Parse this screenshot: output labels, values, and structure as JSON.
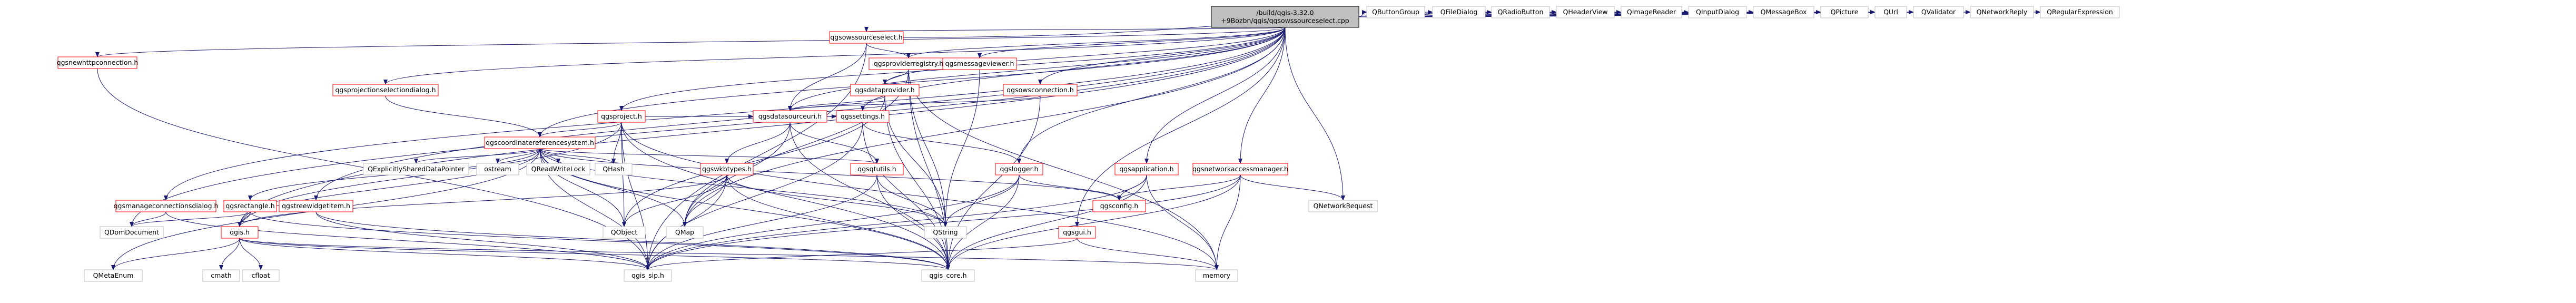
{
  "colors": {
    "edge": "#191970",
    "root_fill": "#bfbfbf",
    "root_stroke": "#000000",
    "linked_stroke": "#ff0000",
    "linked_text": "#000000",
    "plain_stroke": "#bfbfbf",
    "plain_text": "#000000"
  },
  "nodes": [
    {
      "id": "root",
      "kind": "root",
      "lines": [
        "/build/qgis-3.32.0",
        "+9Bozbn/qgis/qgsowssourceselect.cpp"
      ]
    },
    {
      "id": "qgsnewhttpconnection",
      "kind": "linked",
      "lines": [
        "qgsnewhttpconnection.h"
      ]
    },
    {
      "id": "qgsmanageconnectionsdialog",
      "kind": "linked",
      "lines": [
        "qgsmanageconnectionsdialog.h"
      ]
    },
    {
      "id": "qgsprojectionselectiondialog",
      "kind": "linked",
      "lines": [
        "qgsprojectionselectiondialog.h"
      ]
    },
    {
      "id": "qgsproject",
      "kind": "linked",
      "lines": [
        "qgsproject.h"
      ]
    },
    {
      "id": "qgsowssourceselect",
      "kind": "linked",
      "lines": [
        "qgsowssourceselect.h"
      ]
    },
    {
      "id": "qgsproviderregistry",
      "kind": "linked",
      "lines": [
        "qgsproviderregistry.h"
      ]
    },
    {
      "id": "qgsdataprovider",
      "kind": "linked",
      "lines": [
        "qgsdataprovider.h"
      ]
    },
    {
      "id": "qgsdatasourceuri",
      "kind": "linked",
      "lines": [
        "qgsdatasourceuri.h"
      ]
    },
    {
      "id": "qgsmessageviewer",
      "kind": "linked",
      "lines": [
        "qgsmessageviewer.h"
      ]
    },
    {
      "id": "qgsowsconnection",
      "kind": "linked",
      "lines": [
        "qgsowsconnection.h"
      ]
    },
    {
      "id": "qgssettings",
      "kind": "linked",
      "lines": [
        "qgssettings.h"
      ]
    },
    {
      "id": "qgscoordinatereferencesystem",
      "kind": "linked",
      "lines": [
        "qgscoordinatereferencesystem.h"
      ]
    },
    {
      "id": "qgsrectangle",
      "kind": "linked",
      "lines": [
        "qgsrectangle.h"
      ]
    },
    {
      "id": "qgstreewidgetitem",
      "kind": "linked",
      "lines": [
        "qgstreewidgetitem.h"
      ]
    },
    {
      "id": "qgswkbtypes",
      "kind": "linked",
      "lines": [
        "qgswkbtypes.h"
      ]
    },
    {
      "id": "qgsogrutils",
      "kind": "linked",
      "lines": [
        "qgsqtutils.h"
      ]
    },
    {
      "id": "qgslogger",
      "kind": "linked",
      "lines": [
        "qgslogger.h"
      ]
    },
    {
      "id": "qgsapplication",
      "kind": "linked",
      "lines": [
        "qgsapplication.h"
      ]
    },
    {
      "id": "qgsgui",
      "kind": "linked",
      "lines": [
        "qgsgui.h"
      ]
    },
    {
      "id": "qgsnetworkaccessmanager",
      "kind": "linked",
      "lines": [
        "qgsnetworkaccessmanager.h"
      ]
    },
    {
      "id": "qgsconfig",
      "kind": "linked",
      "lines": [
        "qgsconfig.h"
      ]
    },
    {
      "id": "qgis",
      "kind": "linked",
      "lines": [
        "qgis.h"
      ]
    },
    {
      "id": "qgis_sip",
      "kind": "plain",
      "lines": [
        "qgis_sip.h"
      ]
    },
    {
      "id": "qgis_core",
      "kind": "plain",
      "lines": [
        "qgis_core.h"
      ]
    },
    {
      "id": "QMap",
      "kind": "plain",
      "lines": [
        "QMap"
      ]
    },
    {
      "id": "QObject",
      "kind": "plain",
      "lines": [
        "QObject"
      ]
    },
    {
      "id": "QString",
      "kind": "plain",
      "lines": [
        "QString"
      ]
    },
    {
      "id": "QHash",
      "kind": "plain",
      "lines": [
        "QHash"
      ]
    },
    {
      "id": "QDomDocument",
      "kind": "plain",
      "lines": [
        "QDomDocument"
      ]
    },
    {
      "id": "QMetaEnum",
      "kind": "plain",
      "lines": [
        "QMetaEnum"
      ]
    },
    {
      "id": "cmath",
      "kind": "plain",
      "lines": [
        "cmath"
      ]
    },
    {
      "id": "cfloat",
      "kind": "plain",
      "lines": [
        "cfloat"
      ]
    },
    {
      "id": "memory",
      "kind": "plain",
      "lines": [
        "memory"
      ]
    },
    {
      "id": "QExplicitlySharedDataPointer",
      "kind": "plain",
      "lines": [
        "QExplicitlySharedDataPointer"
      ]
    },
    {
      "id": "ostream",
      "kind": "plain",
      "lines": [
        "ostream"
      ]
    },
    {
      "id": "QReadWriteLock",
      "kind": "plain",
      "lines": [
        "QReadWriteLock"
      ]
    },
    {
      "id": "QNetworkRequest",
      "kind": "plain",
      "lines": [
        "QNetworkRequest"
      ]
    },
    {
      "id": "QButtonGroup",
      "kind": "plain",
      "lines": [
        "QButtonGroup"
      ]
    },
    {
      "id": "QFileDialog",
      "kind": "plain",
      "lines": [
        "QFileDialog"
      ]
    },
    {
      "id": "QRadioButton",
      "kind": "plain",
      "lines": [
        "QRadioButton"
      ]
    },
    {
      "id": "QHeaderView",
      "kind": "plain",
      "lines": [
        "QHeaderView"
      ]
    },
    {
      "id": "QImageReader",
      "kind": "plain",
      "lines": [
        "QImageReader"
      ]
    },
    {
      "id": "QInputDialog",
      "kind": "plain",
      "lines": [
        "QInputDialog"
      ]
    },
    {
      "id": "QMessageBox",
      "kind": "plain",
      "lines": [
        "QMessageBox"
      ]
    },
    {
      "id": "QPicture",
      "kind": "plain",
      "lines": [
        "QPicture"
      ]
    },
    {
      "id": "QUrl",
      "kind": "plain",
      "lines": [
        "QUrl"
      ]
    },
    {
      "id": "QValidator",
      "kind": "plain",
      "lines": [
        "QValidator"
      ]
    },
    {
      "id": "QNetworkReply",
      "kind": "plain",
      "lines": [
        "QNetworkReply"
      ]
    },
    {
      "id": "QRegularExpression",
      "kind": "plain",
      "lines": [
        "QRegularExpression"
      ]
    }
  ],
  "edges": [
    [
      "root",
      "qgsnewhttpconnection"
    ],
    [
      "root",
      "qgsmanageconnectionsdialog"
    ],
    [
      "root",
      "QDomDocument"
    ],
    [
      "root",
      "qgis"
    ],
    [
      "root",
      "qgstreewidgetitem"
    ],
    [
      "root",
      "qgsprojectionselectiondialog"
    ],
    [
      "root",
      "qgscoordinatereferencesystem"
    ],
    [
      "root",
      "qgsproject"
    ],
    [
      "root",
      "QMap"
    ],
    [
      "root",
      "qgsowssourceselect"
    ],
    [
      "root",
      "qgsproviderregistry"
    ],
    [
      "root",
      "qgsdataprovider"
    ],
    [
      "root",
      "qgsdatasourceuri"
    ],
    [
      "root",
      "qgsmessageviewer"
    ],
    [
      "root",
      "qgsowsconnection"
    ],
    [
      "root",
      "qgssettings"
    ],
    [
      "root",
      "qgslogger"
    ],
    [
      "root",
      "qgsgui"
    ],
    [
      "root",
      "qgsapplication"
    ],
    [
      "root",
      "qgsnetworkaccessmanager"
    ],
    [
      "root",
      "QNetworkRequest"
    ],
    [
      "root",
      "QButtonGroup"
    ],
    [
      "root",
      "QFileDialog"
    ],
    [
      "root",
      "QRadioButton"
    ],
    [
      "root",
      "QHeaderView"
    ],
    [
      "root",
      "QImageReader"
    ],
    [
      "root",
      "QInputDialog"
    ],
    [
      "root",
      "QMessageBox"
    ],
    [
      "root",
      "QPicture"
    ],
    [
      "root",
      "QUrl"
    ],
    [
      "root",
      "QValidator"
    ],
    [
      "root",
      "QNetworkReply"
    ],
    [
      "root",
      "QRegularExpression"
    ],
    [
      "qgsnewhttpconnection",
      "qgis_sip"
    ],
    [
      "qgsmanageconnectionsdialog",
      "QDomDocument"
    ],
    [
      "qgsmanageconnectionsdialog",
      "qgis_sip"
    ],
    [
      "qgsprojectionselectiondialog",
      "qgscoordinatereferencesystem"
    ],
    [
      "qgsproject",
      "qgscoordinatereferencesystem"
    ],
    [
      "qgsproject",
      "QHash"
    ],
    [
      "qgsproject",
      "QObject"
    ],
    [
      "qgsproject",
      "qgis_sip"
    ],
    [
      "qgsproject",
      "qgis_core"
    ],
    [
      "qgsproject",
      "qgssettings"
    ],
    [
      "qgsproject",
      "qgis"
    ],
    [
      "qgsproject",
      "memory"
    ],
    [
      "qgsproject",
      "qgsdatasourceuri"
    ],
    [
      "qgsowssourceselect",
      "qgsproviderregistry"
    ],
    [
      "qgsowssourceselect",
      "qgsdatasourceuri"
    ],
    [
      "qgsowssourceselect",
      "qgis_sip"
    ],
    [
      "qgsowssourceselect",
      "QHeaderView"
    ],
    [
      "qgsproviderregistry",
      "qgsdataprovider"
    ],
    [
      "qgsproviderregistry",
      "QString"
    ],
    [
      "qgsproviderregistry",
      "QMap"
    ],
    [
      "qgsproviderregistry",
      "qgis_core"
    ],
    [
      "qgsproviderregistry",
      "memory"
    ],
    [
      "qgsdataprovider",
      "qgsdatasourceuri"
    ],
    [
      "qgsdataprovider",
      "QString"
    ],
    [
      "qgsdataprovider",
      "qgis_core"
    ],
    [
      "qgsdataprovider",
      "QObject"
    ],
    [
      "qgsdatasourceuri",
      "qgswkbtypes"
    ],
    [
      "qgsdatasourceuri",
      "qgsogrutils"
    ],
    [
      "qgsdatasourceuri",
      "QMap"
    ],
    [
      "qgsdatasourceuri",
      "qgis_core"
    ],
    [
      "qgsmessageviewer",
      "QString"
    ],
    [
      "qgsowsconnection",
      "qgsdatasourceuri"
    ],
    [
      "qgsowsconnection",
      "qgis_core"
    ],
    [
      "qgssettings",
      "qgslogger"
    ],
    [
      "qgssettings",
      "qgis_core"
    ],
    [
      "qgssettings",
      "qgis_sip"
    ],
    [
      "qgscoordinatereferencesystem",
      "qgsrectangle"
    ],
    [
      "qgscoordinatereferencesystem",
      "qgis"
    ],
    [
      "qgscoordinatereferencesystem",
      "qgis_core"
    ],
    [
      "qgscoordinatereferencesystem",
      "qgis_sip"
    ],
    [
      "qgscoordinatereferencesystem",
      "QExplicitlySharedDataPointer"
    ],
    [
      "qgscoordinatereferencesystem",
      "ostream"
    ],
    [
      "qgscoordinatereferencesystem",
      "QReadWriteLock"
    ],
    [
      "qgscoordinatereferencesystem",
      "QHash"
    ],
    [
      "qgscoordinatereferencesystem",
      "QMap"
    ],
    [
      "qgscoordinatereferencesystem",
      "QObject"
    ],
    [
      "qgscoordinatereferencesystem",
      "QString"
    ],
    [
      "qgscoordinatereferencesystem",
      "QMetaEnum"
    ],
    [
      "qgscoordinatereferencesystem",
      "qgsconfig"
    ],
    [
      "qgscoordinatereferencesystem",
      "qgsogrutils"
    ],
    [
      "qgsrectangle",
      "qgis"
    ],
    [
      "qgsrectangle",
      "QDomDocument"
    ],
    [
      "qgsrectangle",
      "qgis_core"
    ],
    [
      "qgstreewidgetitem",
      "qgis_sip"
    ],
    [
      "qgstreewidgetitem",
      "qgis_core"
    ],
    [
      "qgswkbtypes",
      "QObject"
    ],
    [
      "qgswkbtypes",
      "QMap"
    ],
    [
      "qgswkbtypes",
      "QString"
    ],
    [
      "qgswkbtypes",
      "qgis_core"
    ],
    [
      "qgswkbtypes",
      "qgis_sip"
    ],
    [
      "qgswkbtypes",
      "qgis"
    ],
    [
      "qgsogrutils",
      "QString"
    ],
    [
      "qgsogrutils",
      "qgis_core"
    ],
    [
      "qgsogrutils",
      "qgis_sip"
    ],
    [
      "qgslogger",
      "QString"
    ],
    [
      "qgslogger",
      "qgis_core"
    ],
    [
      "qgslogger",
      "qgis_sip"
    ],
    [
      "qgslogger",
      "qgsconfig"
    ],
    [
      "qgsapplication",
      "qgsconfig"
    ],
    [
      "qgsapplication",
      "qgis_core"
    ],
    [
      "qgsapplication",
      "qgis_sip"
    ],
    [
      "qgsapplication",
      "memory"
    ],
    [
      "qgsgui",
      "qgis_sip"
    ],
    [
      "qgsgui",
      "memory"
    ],
    [
      "qgsnetworkaccessmanager",
      "QNetworkRequest"
    ],
    [
      "qgsnetworkaccessmanager",
      "qgis_core"
    ],
    [
      "qgsnetworkaccessmanager",
      "qgis_sip"
    ],
    [
      "qgsnetworkaccessmanager",
      "memory"
    ],
    [
      "qgsnetworkaccessmanager",
      "qgsconfig"
    ],
    [
      "qgis",
      "QMetaEnum"
    ],
    [
      "qgis",
      "cmath"
    ],
    [
      "qgis",
      "cfloat"
    ],
    [
      "qgis",
      "memory"
    ],
    [
      "qgis",
      "qgis_sip"
    ],
    [
      "qgis",
      "qgis_core"
    ]
  ]
}
